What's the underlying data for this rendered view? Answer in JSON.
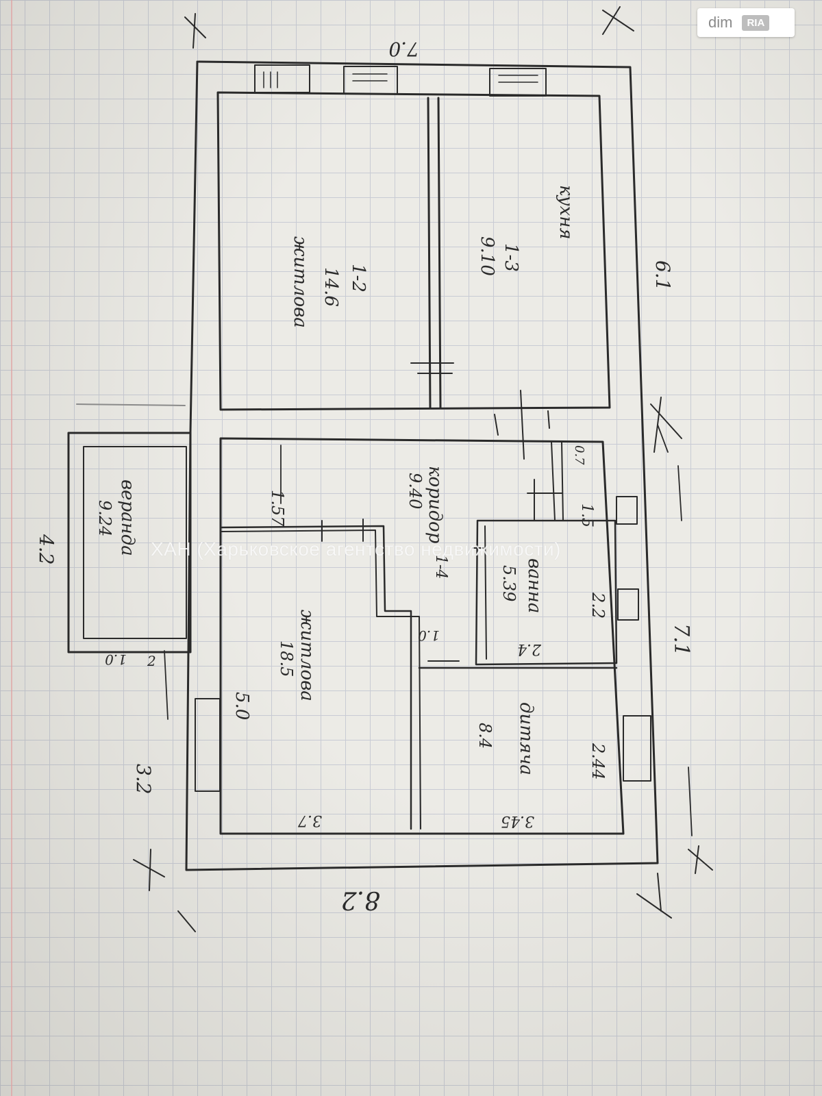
{
  "logo": {
    "brand": "dim",
    "badge": "RIA"
  },
  "watermark": "ХАН (Харьковское агентство недвижимости)",
  "dimensions": {
    "top": "7.0",
    "right_upper": "6.1",
    "right_lower": "7.1",
    "bottom": "8.2",
    "left_veranda": "4.2",
    "left_lower": "3.2",
    "living_big_height": "5.0",
    "corridor_width": "1.57",
    "bath_right": "2.2",
    "bath_small_top": "1.5",
    "bath_width": "2.4",
    "kids_right": "2.44",
    "kids_width": "3.45",
    "living_width": "3.7",
    "door_small": "1.0",
    "veranda_door": "1.0",
    "veranda_bottom": "2",
    "wc_small": "0.7"
  },
  "rooms": {
    "living_1": {
      "name": "житлова",
      "index": "1-2",
      "area": "14.6"
    },
    "kitchen": {
      "name": "кухня",
      "index": "1-3",
      "area": "9.10"
    },
    "corridor": {
      "name": "коридор",
      "area": "9.40",
      "index": "1-4"
    },
    "veranda": {
      "name": "веранда",
      "area": "9.24"
    },
    "living_2": {
      "name": "житлова",
      "area": "18.5"
    },
    "bath": {
      "name": "ванна",
      "area": "5.39"
    },
    "kids": {
      "name": "дитяча",
      "area": "8.4"
    }
  },
  "colors": {
    "ink": "#2a2a2a",
    "grid": "#c8cbd4",
    "paper": "#ecebe6"
  }
}
